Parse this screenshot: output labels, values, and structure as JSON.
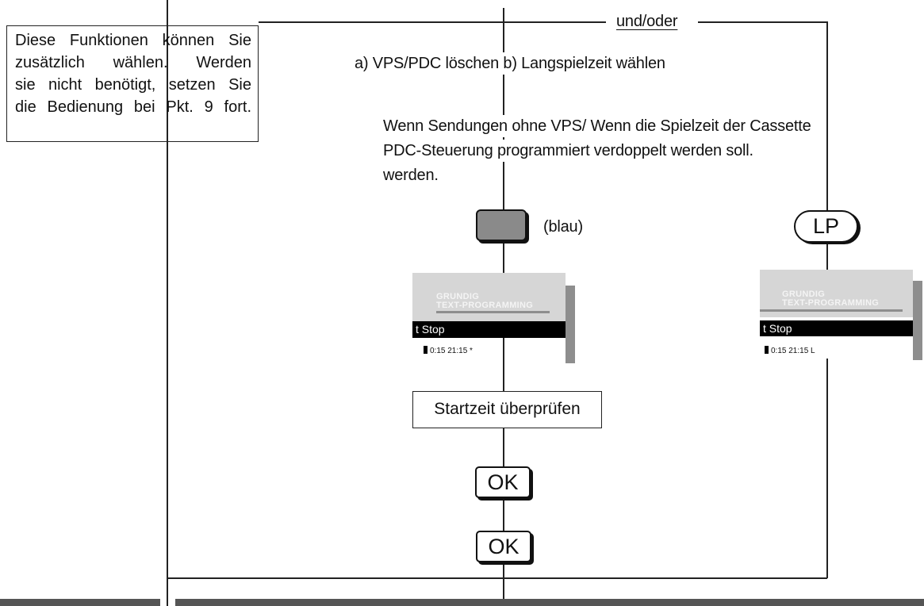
{
  "info_box": {
    "lines": [
      [
        "Diese",
        "Funktionen",
        "können",
        "Sie"
      ],
      [
        "zusätzlich",
        "wählen.",
        "Werden"
      ],
      [
        "sie",
        "nicht",
        "benötigt,",
        "setzen",
        "Sie"
      ],
      [
        "die",
        "Bedienung",
        "bei",
        "Pkt.",
        "9",
        "fort."
      ]
    ]
  },
  "branch_label": "und/oder",
  "options_heading": "a) VPS/PDC löschen b) Langspielzeit wählen",
  "description": {
    "line1": "Wenn Sendungen ohne VPS/ Wenn die Spielzeit der Cassette",
    "line2": "PDC-Steuerung programmiert verdoppelt werden soll.",
    "line3": "werden."
  },
  "blue_button": {
    "caption": "(blau)",
    "color": "#8a8a8a"
  },
  "lp_button": {
    "label": "LP"
  },
  "screen_left": {
    "brand_line1": "GRUNDIG",
    "brand_line2": "TEXT-PROGRAMMING",
    "bar_text": "t Stop",
    "data_row": "0:15 21:15 *"
  },
  "screen_right": {
    "brand_line1": "GRUNDIG",
    "brand_line2": "TEXT-PROGRAMMING",
    "bar_text": "t Stop",
    "data_row": "0:15 21:15 L"
  },
  "check_box": "Startzeit  überprüfen",
  "ok_button_1": "OK",
  "ok_button_2": "OK"
}
